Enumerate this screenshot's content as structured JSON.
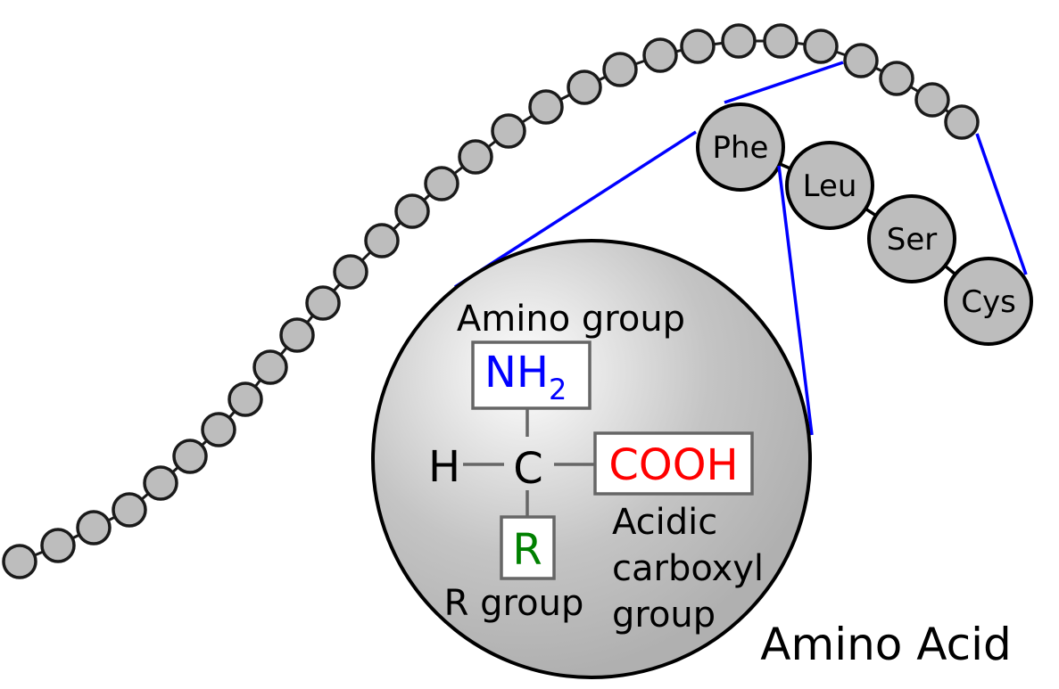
{
  "title": "Amino Acid",
  "residues": [
    "Phe",
    "Leu",
    "Ser",
    "Cys"
  ],
  "molecule": {
    "amino_label": "Amino group",
    "amino_formula": "NH",
    "amino_subscript": "2",
    "hydrogen": "H",
    "carbon": "C",
    "carboxyl_formula": "COOH",
    "r_formula": "R",
    "r_label": "R group",
    "carboxyl_label": [
      "Acidic",
      "carboxyl",
      "group"
    ]
  },
  "colors": {
    "amino": "#0000ff",
    "carboxyl": "#ff0000",
    "r": "#008000",
    "zoom_lines": "#0000ff"
  }
}
